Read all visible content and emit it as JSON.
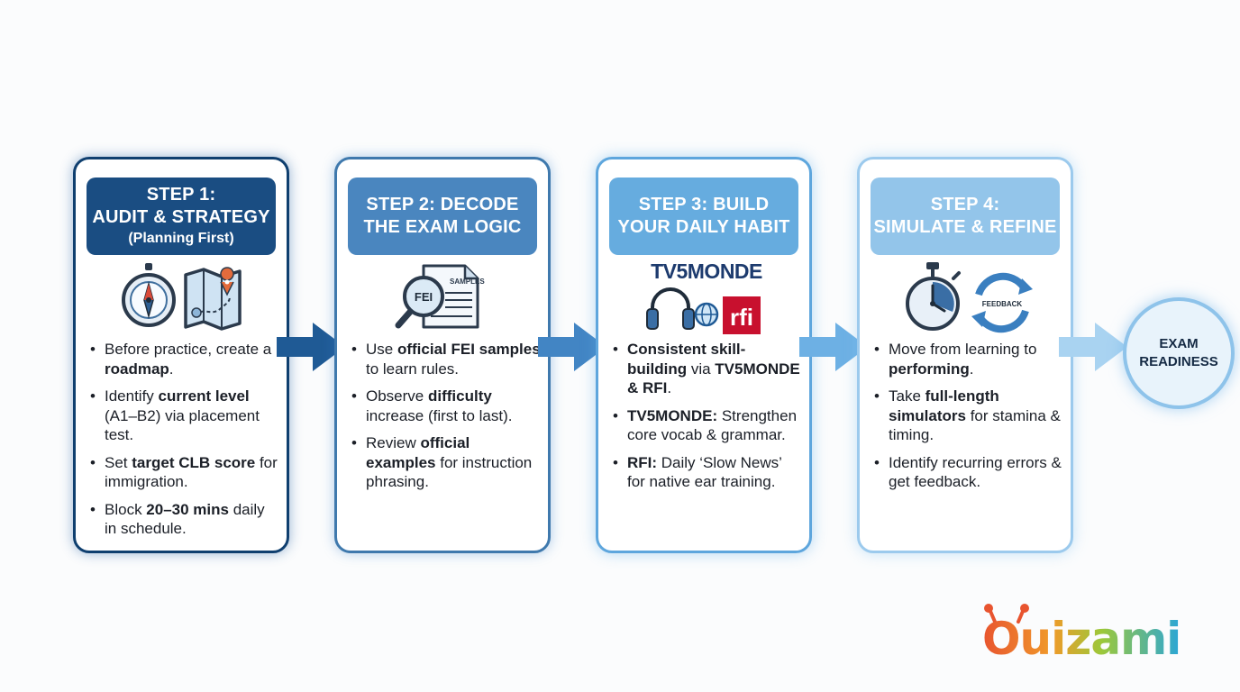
{
  "steps": [
    {
      "title_line1": "STEP 1:",
      "title_line2": "AUDIT & STRATEGY",
      "subtitle": "(Planning First)",
      "bullets": [
        {
          "pre": "Before practice, create a ",
          "bold": "roadmap",
          "post": "."
        },
        {
          "pre": "Identify ",
          "bold": "current level",
          "post": " (A1–B2) via placement test."
        },
        {
          "pre": "Set ",
          "bold": "target CLB score",
          "post": " for immigration."
        },
        {
          "pre": "Block ",
          "bold": "20–30 mins",
          "post": " daily in schedule."
        }
      ]
    },
    {
      "title_line1": "STEP 2: DECODE",
      "title_line2": "THE EXAM LOGIC",
      "icon_text_fei": "FEI",
      "icon_text_samples": "SAMPLES",
      "bullets": [
        {
          "pre": "Use ",
          "bold": "official FEI samples",
          "post": " to learn rules."
        },
        {
          "pre": "Observe ",
          "bold": "difficulty",
          "post": " increase (first to last)."
        },
        {
          "pre": "Review ",
          "bold": "official examples",
          "post": " for instruction phrasing."
        }
      ]
    },
    {
      "title_line1": "STEP 3: BUILD",
      "title_line2": "YOUR DAILY HABIT",
      "logo_tv5": "TV5MONDE",
      "logo_rfi": "rfi",
      "bullets": [
        {
          "pre": "",
          "bold": "Consistent skill-building",
          "post": " via ",
          "bold2": "TV5MONDE & RFI",
          "post2": "."
        },
        {
          "pre": "",
          "bold": "TV5MONDE:",
          "post": " Strengthen core vocab & grammar."
        },
        {
          "pre": "",
          "bold": "RFI:",
          "post": " Daily ‘Slow News’ for native ear training."
        }
      ]
    },
    {
      "title_line1": "STEP 4:",
      "title_line2": "SIMULATE & REFINE",
      "icon_text_feedback": "FEEDBACK",
      "bullets": [
        {
          "pre": "Move from learning to ",
          "bold": "performing",
          "post": "."
        },
        {
          "pre": "Take ",
          "bold": "full-length simulators",
          "post": " for stamina & timing."
        },
        {
          "pre": "Identify recurring errors & get feedback.",
          "bold": "",
          "post": ""
        }
      ]
    }
  ],
  "goal": {
    "line1": "EXAM",
    "line2": "READINESS"
  },
  "brand": {
    "logo_text": "Ouizami"
  },
  "colors": {
    "step1": "#1a4d82",
    "step2": "#4a86bf",
    "step3": "#66acdf",
    "step4": "#93c5ea",
    "rfi_red": "#c8102e",
    "tv5_navy": "#1d3b6e"
  }
}
